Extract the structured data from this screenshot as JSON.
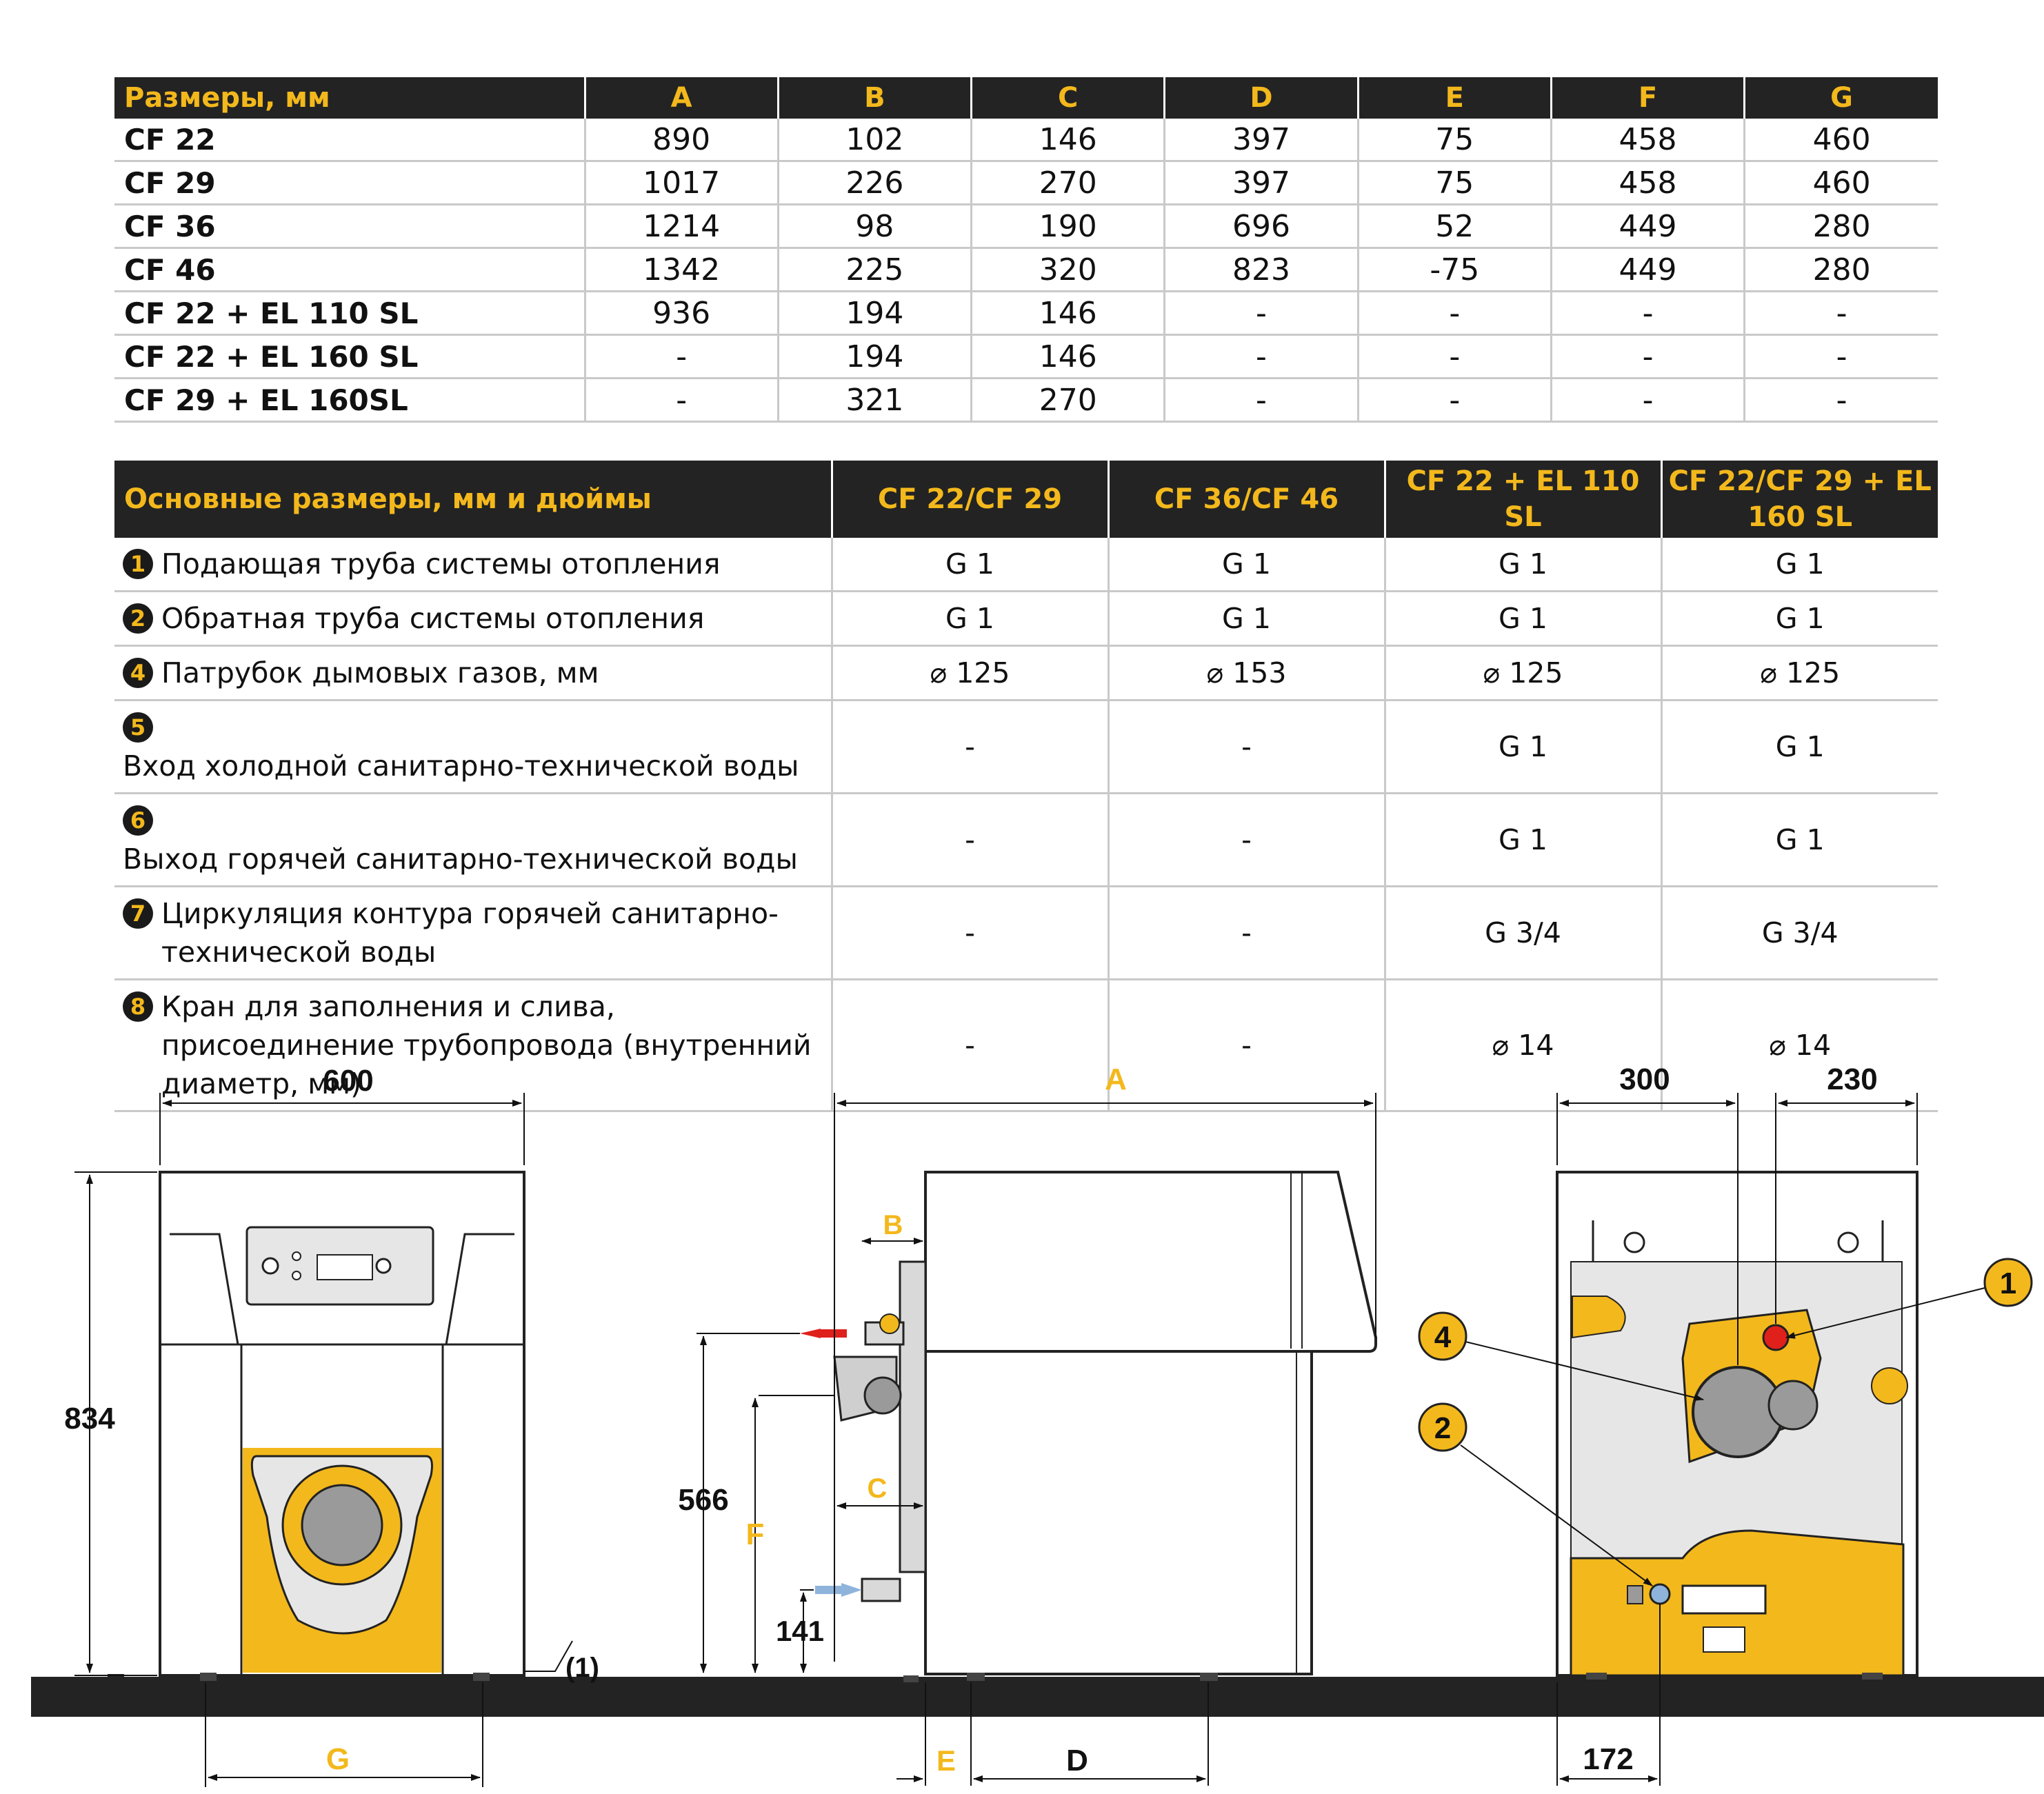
{
  "table1": {
    "headers": [
      "Размеры, мм",
      "A",
      "B",
      "C",
      "D",
      "E",
      "F",
      "G"
    ],
    "rows": [
      {
        "model": "CF 22",
        "values": [
          "890",
          "102",
          "146",
          "397",
          "75",
          "458",
          "460"
        ]
      },
      {
        "model": "CF 29",
        "values": [
          "1017",
          "226",
          "270",
          "397",
          "75",
          "458",
          "460"
        ]
      },
      {
        "model": "CF 36",
        "values": [
          "1214",
          "98",
          "190",
          "696",
          "52",
          "449",
          "280"
        ]
      },
      {
        "model": "CF 46",
        "values": [
          "1342",
          "225",
          "320",
          "823",
          "-75",
          "449",
          "280"
        ]
      },
      {
        "model": "CF 22 + EL 110 SL",
        "values": [
          "936",
          "194",
          "146",
          "-",
          "-",
          "-",
          "-"
        ]
      },
      {
        "model": "CF 22 + EL 160 SL",
        "values": [
          "-",
          "194",
          "146",
          "-",
          "-",
          "-",
          "-"
        ]
      },
      {
        "model": "CF 29 + EL 160SL",
        "values": [
          "-",
          "321",
          "270",
          "-",
          "-",
          "-",
          "-"
        ]
      }
    ]
  },
  "table2": {
    "headers": [
      "Основные размеры, мм и дюймы",
      "CF 22/CF 29",
      "CF 36/CF 46",
      "CF 22 + EL 110 SL",
      "CF 22/CF 29 + EL 160 SL"
    ],
    "rows": [
      {
        "num": "1",
        "desc": "Подающая труба системы отопления",
        "values": [
          "G 1",
          "G 1",
          "G 1",
          "G 1"
        ]
      },
      {
        "num": "2",
        "desc": "Обратная труба системы отопления",
        "values": [
          "G 1",
          "G 1",
          "G 1",
          "G 1"
        ]
      },
      {
        "num": "4",
        "desc": "Патрубок дымовых газов, мм",
        "values": [
          "⌀ 125",
          "⌀ 153",
          "⌀ 125",
          "⌀ 125"
        ]
      },
      {
        "num": "5",
        "desc": "Вход холодной санитарно-технической воды",
        "values": [
          "-",
          "-",
          "G 1",
          "G 1"
        ]
      },
      {
        "num": "6",
        "desc": "Выход горячей санитарно-технической воды",
        "values": [
          "-",
          "-",
          "G 1",
          "G 1"
        ]
      },
      {
        "num": "7",
        "desc": "Циркуляция контура горячей санитарно-технической воды",
        "values": [
          "-",
          "-",
          "G 3/4",
          "G 3/4"
        ]
      },
      {
        "num": "8",
        "desc": "Кран для заполнения и слива, присоединение трубопровода (внутренний диаметр, мм)",
        "values": [
          "-",
          "-",
          "⌀ 14",
          "⌀ 14"
        ]
      }
    ]
  },
  "drawing": {
    "front": {
      "width": "600",
      "height": "834",
      "bottom_gap": "G",
      "foot_note": "(1)"
    },
    "side": {
      "length": "A",
      "b": "B",
      "c": "C",
      "f": "F",
      "d": "D",
      "e": "E",
      "h566": "566",
      "h141": "141"
    },
    "rear": {
      "left": "300",
      "right": "230",
      "bottom": "172",
      "callouts": [
        "1",
        "4",
        "2"
      ]
    },
    "colors": {
      "yellow": "#f3b81c",
      "dark": "#232323",
      "red": "#e0201b",
      "blue": "#8fb4dc",
      "outline": "#222222",
      "fill_grey": "#e6e6e6"
    }
  }
}
